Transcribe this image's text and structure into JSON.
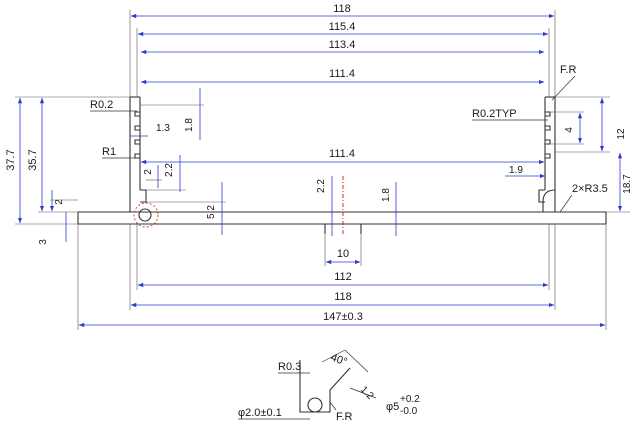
{
  "dims": {
    "w118_top": "118",
    "w115_4": "115.4",
    "w113_4": "113.4",
    "w111_4_top": "111.4",
    "w111_4_inner": "111.4",
    "w112": "112",
    "w118_bottom": "118",
    "w147": "147±0.3",
    "h37_7": "37.7",
    "h35_7": "35.7",
    "h2_left": "2",
    "h3_left": "3",
    "h1_8_left": "1.8",
    "w1_3": "1.3",
    "h2_2_left": "2.2",
    "h2_small": "2",
    "h5_2": "5.2",
    "h2_2_center": "2.2",
    "h1_8_center": "1.8",
    "w10": "10",
    "w1_9": "1.9",
    "h4_right": "4",
    "h12_right": "12",
    "h18_7_right": "18.7"
  },
  "notes": {
    "r0_2": "R0.2",
    "r1": "R1",
    "fr_top": "F.R",
    "r0_2_typ": "R0.2TYP",
    "two_r3_5": "2×R3.5"
  },
  "detail": {
    "r0_3": "R0.3",
    "angle": "40°",
    "d1_2": "1.2",
    "dia2": "φ2.0±0.1",
    "fr": "F.R",
    "dia5": "φ5",
    "tol_plus": "+0.2",
    "tol_minus": "-0.0"
  }
}
